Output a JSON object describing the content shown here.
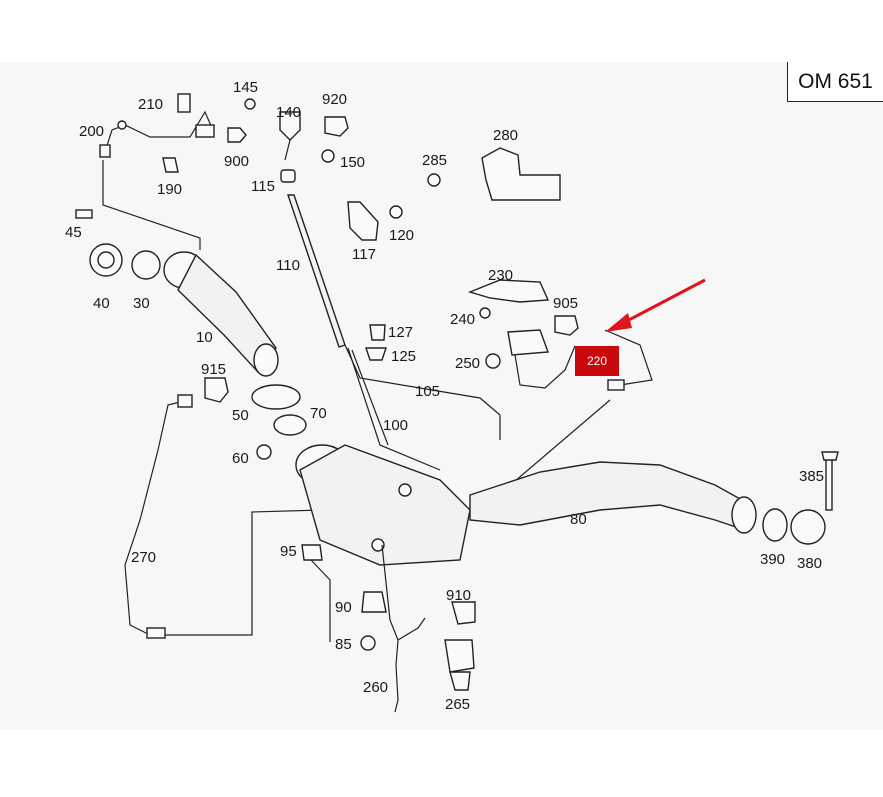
{
  "engine_code": "OM 651",
  "highlight": {
    "label": "220",
    "color": "#c8080d",
    "arrow_color": "#e0141a"
  },
  "callouts": [
    "145",
    "210",
    "140",
    "920",
    "200",
    "900",
    "150",
    "190",
    "115",
    "280",
    "285",
    "45",
    "120",
    "117",
    "110",
    "40",
    "30",
    "230",
    "10",
    "905",
    "127",
    "240",
    "125",
    "250",
    "915",
    "105",
    "50",
    "70",
    "100",
    "385",
    "60",
    "80",
    "95",
    "270",
    "390",
    "380",
    "910",
    "90",
    "85",
    "260",
    "265"
  ]
}
